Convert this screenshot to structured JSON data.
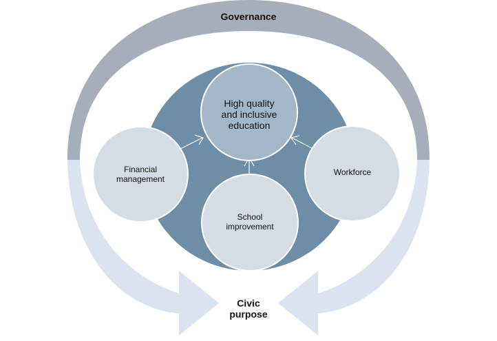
{
  "labels": {
    "governance": "Governance",
    "center": [
      "High quality",
      "and inclusive",
      "education"
    ],
    "financial": [
      "Financial",
      "management"
    ],
    "workforce": "Workforce",
    "school": [
      "School",
      "improvement"
    ],
    "civic": [
      "Civic",
      "purpose"
    ]
  },
  "colors": {
    "governance_arc": "#a6adbb",
    "outer_arrows": "#dce3f0",
    "hub": "#6e8ea8",
    "center_circle": "#a3b7c8",
    "satellite": "#d4dde5",
    "circle_stroke": "#ffffff"
  }
}
